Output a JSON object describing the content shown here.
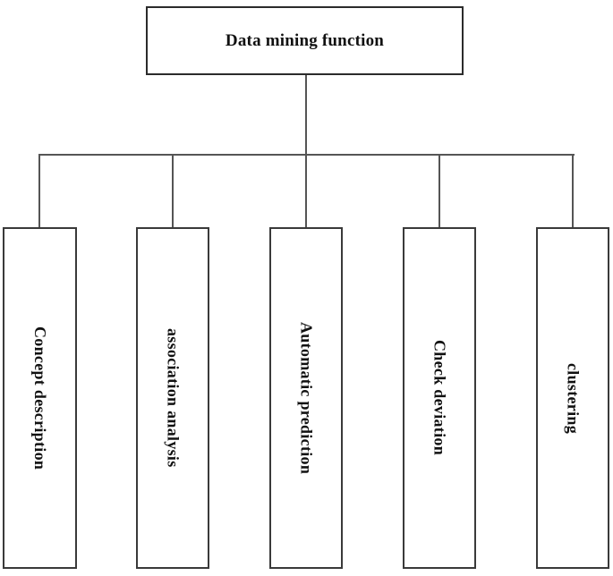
{
  "diagram": {
    "type": "tree",
    "title": "Data mining function",
    "root": {
      "label": "Data mining function"
    },
    "branches": [
      {
        "label": "Concept description"
      },
      {
        "label": "association analysis"
      },
      {
        "label": "Automatic prediction"
      },
      {
        "label": "Check deviation"
      },
      {
        "label": "clustering"
      }
    ],
    "colors": {
      "background": "#ffffff",
      "box_border": "#2b2b2b",
      "connector": "#555555",
      "text": "#111111"
    }
  }
}
